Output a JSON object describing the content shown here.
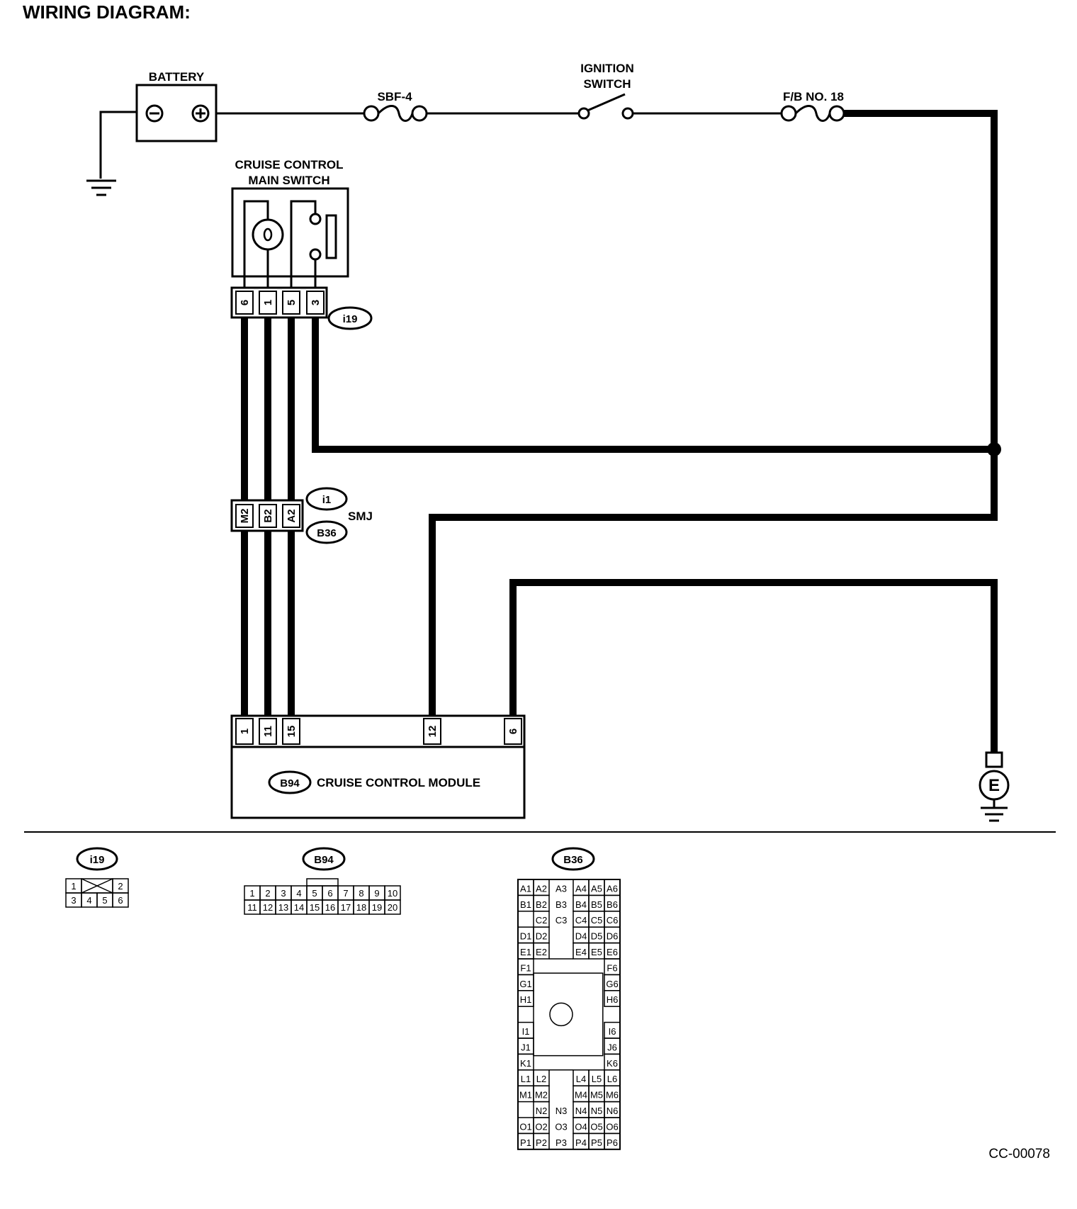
{
  "title": "WIRING DIAGRAM:",
  "components": {
    "battery": "BATTERY",
    "fuse_sbf": "SBF-4",
    "ignition_line1": "IGNITION",
    "ignition_line2": "SWITCH",
    "fuse_fb": "F/B NO. 18",
    "main_switch_line1": "CRUISE CONTROL",
    "main_switch_line2": "MAIN SWITCH",
    "smj": "SMJ",
    "module": "CRUISE CONTROL MODULE",
    "ground_symbol": "E"
  },
  "connectors": {
    "i19": "i19",
    "i1": "i1",
    "b36": "B36",
    "b94": "B94"
  },
  "i19_pins": [
    "6",
    "1",
    "5",
    "3"
  ],
  "smj_pins": [
    "M2",
    "B2",
    "A2"
  ],
  "b94_pins": [
    "1",
    "11",
    "15",
    "12",
    "6"
  ],
  "views": {
    "i19": {
      "label": "i19",
      "top": [
        "1",
        "",
        "2"
      ],
      "bottom": [
        "3",
        "4",
        "5",
        "6"
      ]
    },
    "b94": {
      "label": "B94",
      "top": [
        "1",
        "2",
        "3",
        "4",
        "5",
        "6",
        "7",
        "8",
        "9",
        "10"
      ],
      "bottom": [
        "11",
        "12",
        "13",
        "14",
        "15",
        "16",
        "17",
        "18",
        "19",
        "20"
      ]
    },
    "b36": {
      "label": "B36",
      "left_rows": [
        [
          "A1",
          "A2"
        ],
        [
          "B1",
          "B2"
        ],
        [
          "",
          "C2"
        ],
        [
          "D1",
          "D2"
        ],
        [
          "E1",
          "E2"
        ],
        [
          "F1",
          ""
        ],
        [
          "G1",
          ""
        ],
        [
          "H1",
          ""
        ],
        [
          "",
          ""
        ],
        [
          "I1",
          ""
        ],
        [
          "J1",
          ""
        ],
        [
          "K1",
          ""
        ],
        [
          "L1",
          "L2"
        ],
        [
          "M1",
          "M2"
        ],
        [
          "",
          "N2"
        ],
        [
          "O1",
          "O2"
        ],
        [
          "P1",
          "P2"
        ]
      ],
      "right_rows": [
        [
          "A4",
          "A5",
          "A6"
        ],
        [
          "B4",
          "B5",
          "B6"
        ],
        [
          "C4",
          "C5",
          "C6"
        ],
        [
          "D4",
          "D5",
          "D6"
        ],
        [
          "E4",
          "E5",
          "E6"
        ],
        [
          "",
          "",
          "F6"
        ],
        [
          "",
          "",
          "G6"
        ],
        [
          "",
          "",
          "H6"
        ],
        [
          "",
          "",
          ""
        ],
        [
          "",
          "",
          "I6"
        ],
        [
          "",
          "",
          "J6"
        ],
        [
          "",
          "",
          "K6"
        ],
        [
          "L4",
          "L5",
          "L6"
        ],
        [
          "M4",
          "M5",
          "M6"
        ],
        [
          "N4",
          "N5",
          "N6"
        ],
        [
          "O4",
          "O5",
          "O6"
        ],
        [
          "P4",
          "P5",
          "P6"
        ]
      ],
      "center": [
        "A3",
        "B3",
        "C3",
        "N3",
        "O3",
        "P3"
      ]
    }
  },
  "figure_code": "CC-00078"
}
